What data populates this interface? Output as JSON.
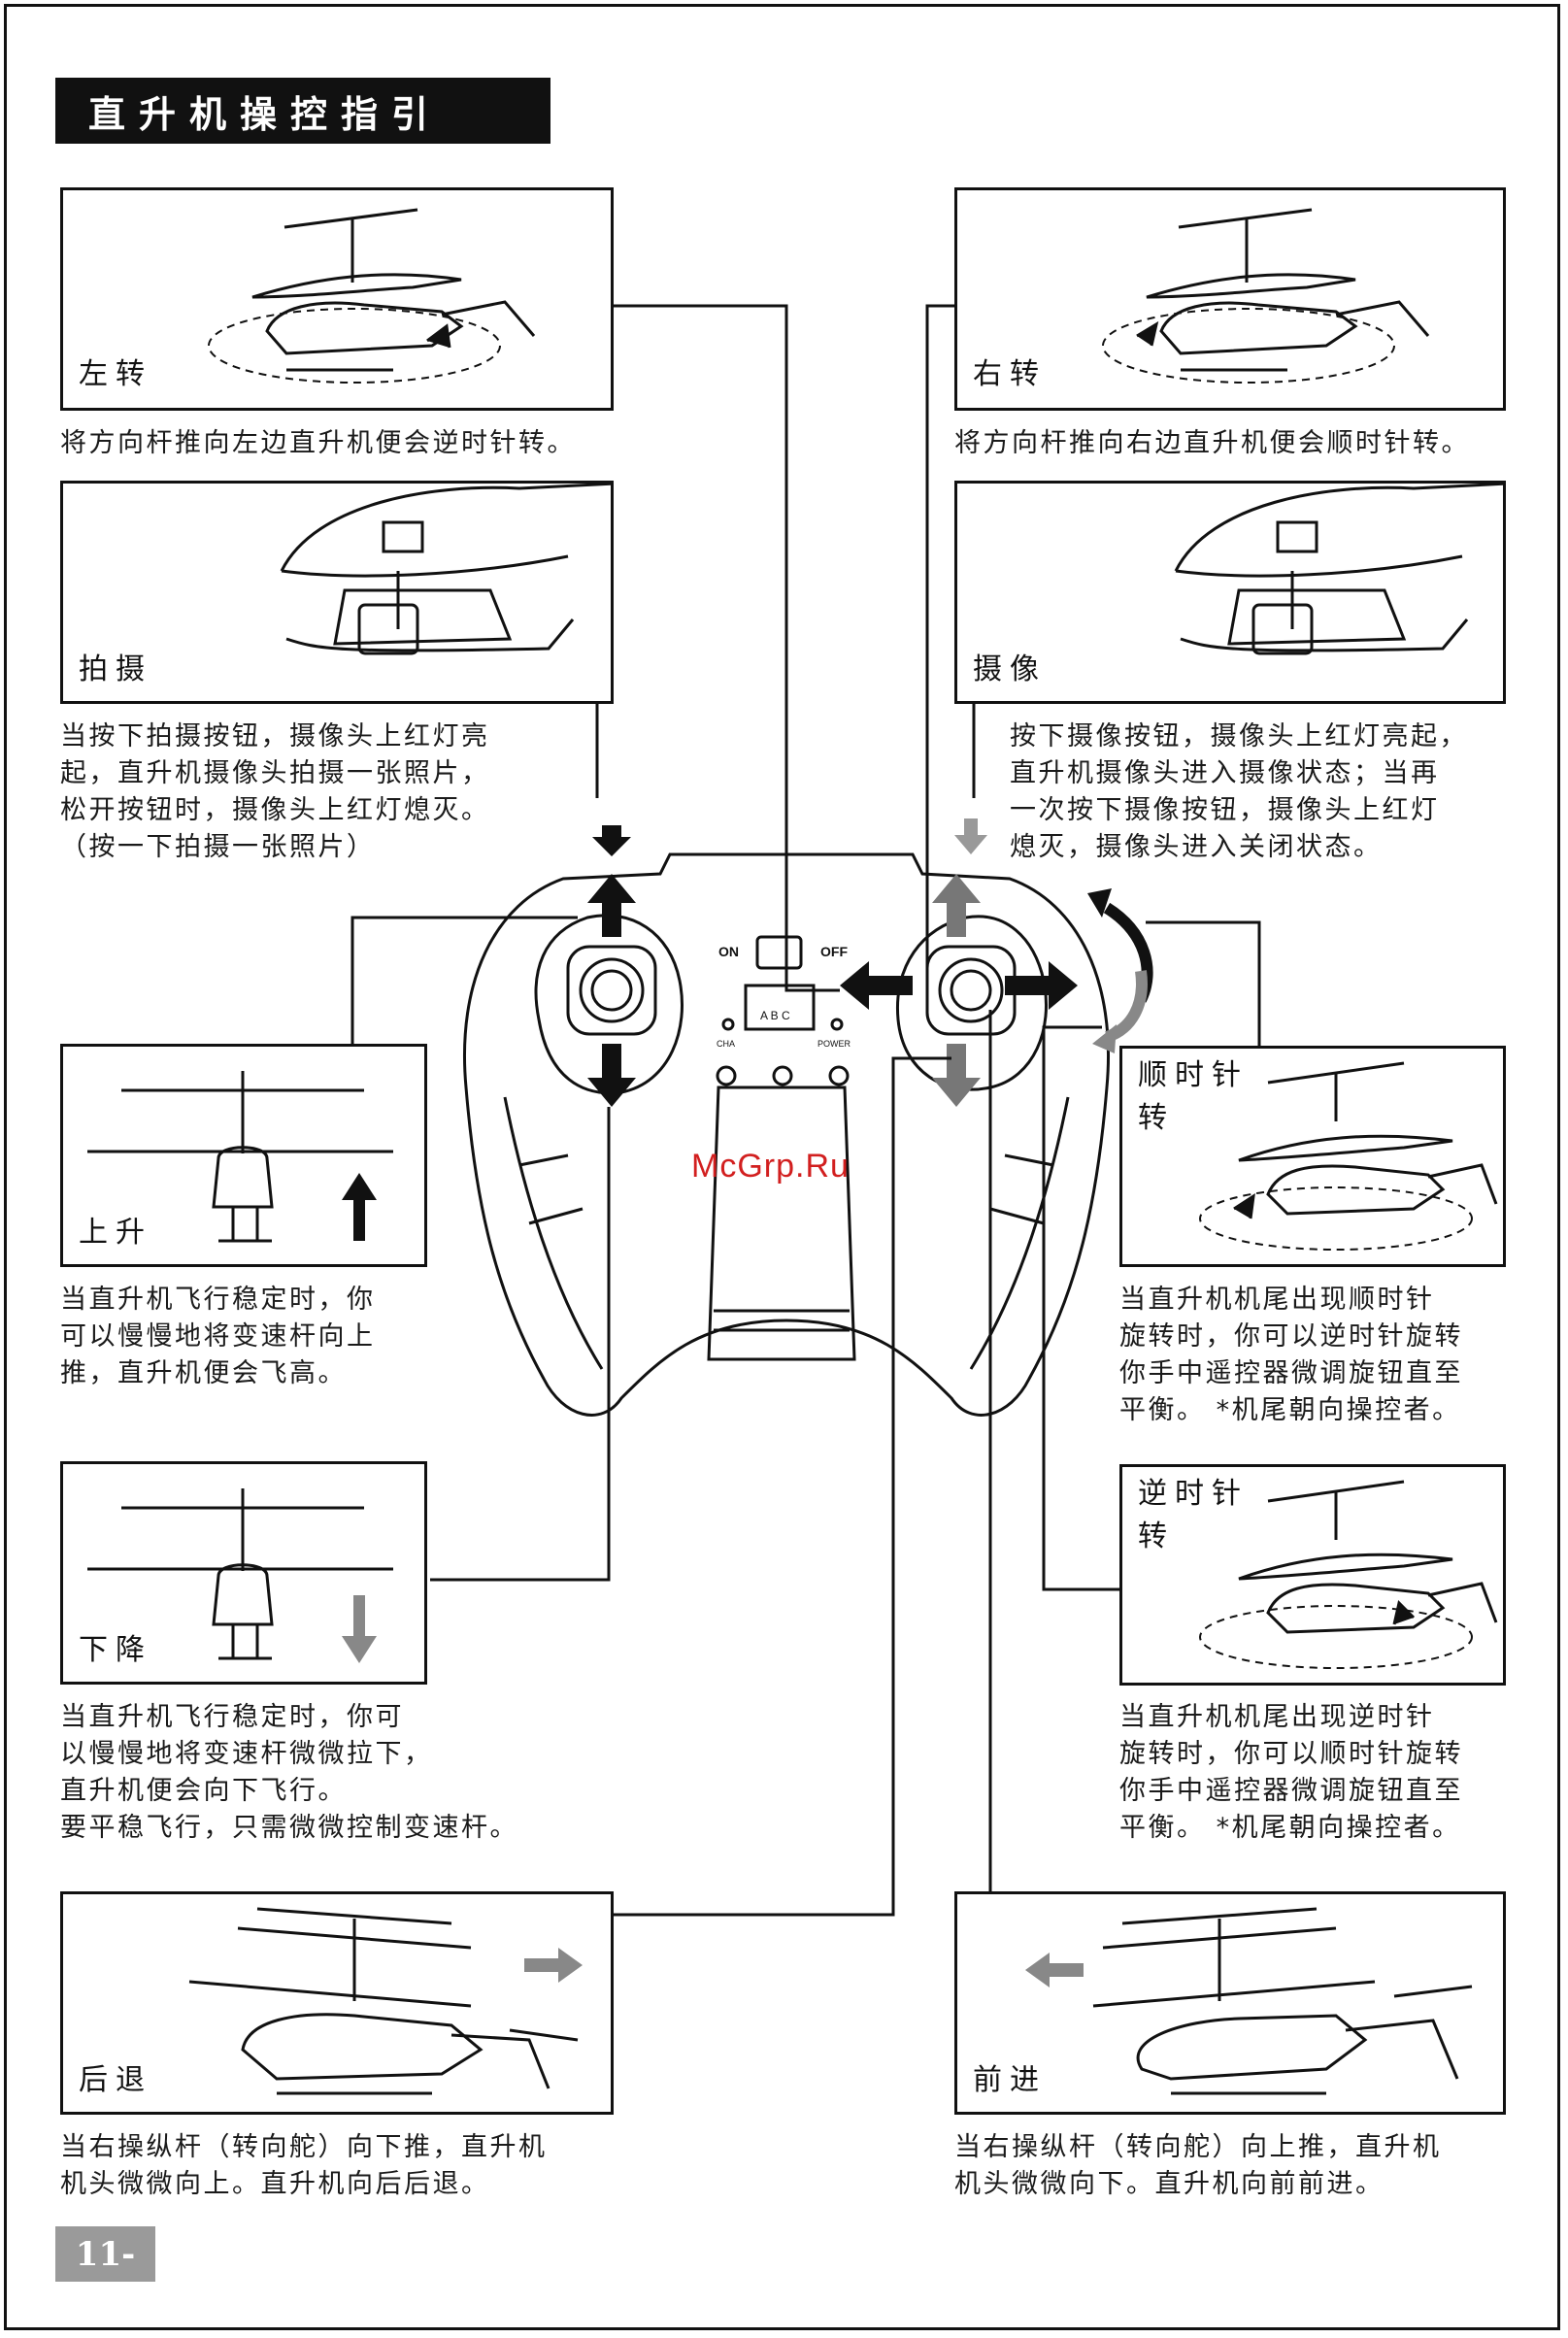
{
  "page": {
    "title": "直升机操控指引",
    "page_number": "11-",
    "watermark": "McGrp.Ru"
  },
  "panels": {
    "turn_left": {
      "label": "左转",
      "desc": "将方向杆推向左边直升机便会逆时针转。"
    },
    "turn_right": {
      "label": "右转",
      "desc": "将方向杆推向右边直升机便会顺时针转。"
    },
    "photo": {
      "label": "拍摄",
      "desc": "当按下拍摄按钮，摄像头上红灯亮\n起，直升机摄像头拍摄一张照片，\n松开按钮时，摄像头上红灯熄灭。\n（按一下拍摄一张照片）"
    },
    "video": {
      "label": "摄像",
      "desc": "按下摄像按钮，摄像头上红灯亮起，\n直升机摄像头进入摄像状态；当再\n一次按下摄像按钮，摄像头上红灯\n熄灭，摄像头进入关闭状态。"
    },
    "ascend": {
      "label": "上升",
      "desc": "当直升机飞行稳定时，你\n可以慢慢地将变速杆向上\n推，直升机便会飞高。"
    },
    "descend": {
      "label": "下降",
      "desc": "当直升机飞行稳定时，你可\n以慢慢地将变速杆微微拉下，\n直升机便会向下飞行。\n要平稳飞行，只需微微控制变速杆。"
    },
    "clockwise": {
      "label_line1": "顺时针",
      "label_line2": "转",
      "desc": "当直升机机尾出现顺时针\n旋转时，你可以逆时针旋转\n你手中遥控器微调旋钮直至\n平衡。 *机尾朝向操控者。"
    },
    "counterclockwise": {
      "label_line1": "逆时针",
      "label_line2": "转",
      "desc": "当直升机机尾出现逆时针\n旋转时，你可以顺时针旋转\n你手中遥控器微调旋钮直至\n平衡。 *机尾朝向操控者。"
    },
    "backward": {
      "label": "后退",
      "desc": "当右操纵杆（转向舵）向下推，直升机\n机头微微向上。直升机向后后退。"
    },
    "forward": {
      "label": "前进",
      "desc": "当右操纵杆（转向舵）向上推，直升机\n机头微微向下。直升机向前前进。"
    }
  },
  "controller": {
    "switch_on": "ON",
    "switch_off": "OFF",
    "channel_label": "CHA",
    "channels": "A B C",
    "power_label": "POWER"
  },
  "colors": {
    "ink": "#111111",
    "title_bg": "#111111",
    "page_num_bg": "#9a9a9a",
    "watermark": "#d21f1f"
  }
}
